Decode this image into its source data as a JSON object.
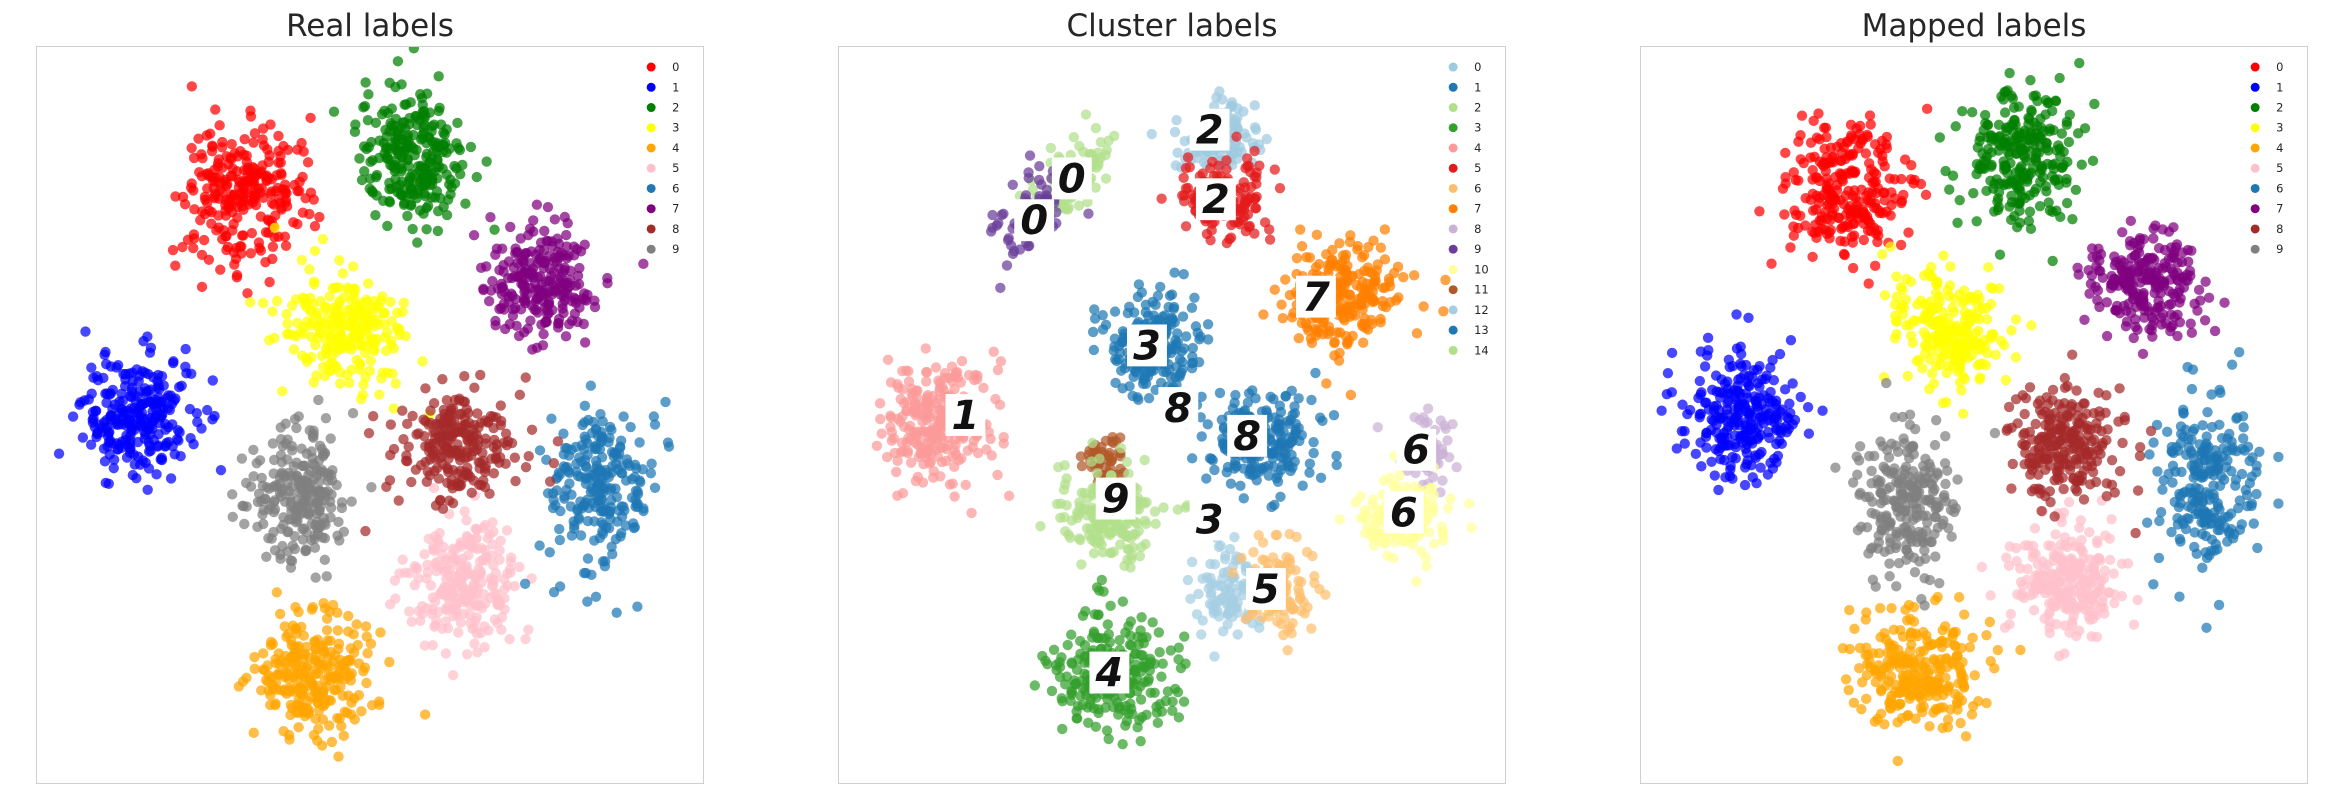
{
  "colors": {
    "real": {
      "0": "#ff0000",
      "1": "#0000ff",
      "2": "#008000",
      "3": "#ffff00",
      "4": "#ffa500",
      "5": "#ffc0cb",
      "6": "#1f77b4",
      "7": "#800080",
      "8": "#a52a2a",
      "9": "#808080"
    },
    "cluster": {
      "0": "#9ecae1",
      "1": "#1f77b4",
      "2": "#b2df8a",
      "3": "#33a02c",
      "4": "#fb9a99",
      "5": "#e31a1c",
      "6": "#fdbf6f",
      "7": "#ff7f00",
      "8": "#cab2d6",
      "9": "#6a3d9a",
      "10": "#ffff99",
      "11": "#b15928",
      "12": "#a6cee3",
      "13": "#1f78b4",
      "14": "#b2df8a"
    }
  },
  "chart_data": [
    {
      "type": "scatter",
      "title": "Real labels",
      "legend_position": "top-right",
      "grid": false,
      "legend": [
        "0",
        "1",
        "2",
        "3",
        "4",
        "5",
        "6",
        "7",
        "8",
        "9"
      ],
      "clusters": [
        {
          "label": "0",
          "x": 0.3,
          "y": 0.82,
          "rx": 0.09,
          "ry": 0.09,
          "angle": -55,
          "n": 260
        },
        {
          "label": "1",
          "x": 0.13,
          "y": 0.5,
          "rx": 0.08,
          "ry": 0.08,
          "angle": 0,
          "n": 260
        },
        {
          "label": "2",
          "x": 0.57,
          "y": 0.87,
          "rx": 0.08,
          "ry": 0.09,
          "angle": 0,
          "n": 260
        },
        {
          "label": "3",
          "x": 0.46,
          "y": 0.62,
          "rx": 0.09,
          "ry": 0.07,
          "angle": -20,
          "n": 240
        },
        {
          "label": "4",
          "x": 0.41,
          "y": 0.13,
          "rx": 0.09,
          "ry": 0.08,
          "angle": 0,
          "n": 260
        },
        {
          "label": "5",
          "x": 0.65,
          "y": 0.26,
          "rx": 0.08,
          "ry": 0.075,
          "angle": 0,
          "n": 240
        },
        {
          "label": "6",
          "x": 0.87,
          "y": 0.4,
          "rx": 0.075,
          "ry": 0.11,
          "angle": 0,
          "n": 240
        },
        {
          "label": "7",
          "x": 0.77,
          "y": 0.69,
          "rx": 0.08,
          "ry": 0.07,
          "angle": 0,
          "n": 240
        },
        {
          "label": "8",
          "x": 0.64,
          "y": 0.46,
          "rx": 0.085,
          "ry": 0.075,
          "angle": 0,
          "n": 240
        },
        {
          "label": "9",
          "x": 0.39,
          "y": 0.38,
          "rx": 0.075,
          "ry": 0.09,
          "angle": 0,
          "n": 240
        }
      ]
    },
    {
      "type": "scatter",
      "title": "Cluster labels",
      "legend_position": "top-right",
      "grid": false,
      "legend": [
        "0",
        "1",
        "2",
        "3",
        "4",
        "5",
        "6",
        "7",
        "8",
        "9",
        "10",
        "11",
        "12",
        "13",
        "14"
      ],
      "clusters": [
        {
          "label": "2",
          "x": 0.34,
          "y": 0.84,
          "rx": 0.04,
          "ry": 0.07,
          "angle": -40,
          "n": 90
        },
        {
          "label": "9",
          "x": 0.28,
          "y": 0.79,
          "rx": 0.04,
          "ry": 0.06,
          "angle": -40,
          "n": 90
        },
        {
          "label": "0",
          "x": 0.57,
          "y": 0.9,
          "rx": 0.06,
          "ry": 0.05,
          "angle": 0,
          "n": 120
        },
        {
          "label": "5",
          "x": 0.58,
          "y": 0.81,
          "rx": 0.07,
          "ry": 0.05,
          "angle": 0,
          "n": 150
        },
        {
          "label": "7",
          "x": 0.77,
          "y": 0.67,
          "rx": 0.08,
          "ry": 0.07,
          "angle": 0,
          "n": 240
        },
        {
          "label": "13",
          "x": 0.47,
          "y": 0.6,
          "rx": 0.07,
          "ry": 0.07,
          "angle": 0,
          "n": 200
        },
        {
          "label": "4",
          "x": 0.13,
          "y": 0.49,
          "rx": 0.08,
          "ry": 0.08,
          "angle": 0,
          "n": 260
        },
        {
          "label": "1",
          "x": 0.64,
          "y": 0.46,
          "rx": 0.08,
          "ry": 0.07,
          "angle": 0,
          "n": 220
        },
        {
          "label": "11",
          "x": 0.39,
          "y": 0.44,
          "rx": 0.035,
          "ry": 0.03,
          "angle": 0,
          "n": 50
        },
        {
          "label": "14",
          "x": 0.4,
          "y": 0.36,
          "rx": 0.075,
          "ry": 0.065,
          "angle": 0,
          "n": 180
        },
        {
          "label": "8",
          "x": 0.91,
          "y": 0.45,
          "rx": 0.045,
          "ry": 0.05,
          "angle": 0,
          "n": 60
        },
        {
          "label": "10",
          "x": 0.87,
          "y": 0.35,
          "rx": 0.07,
          "ry": 0.06,
          "angle": 0,
          "n": 120
        },
        {
          "label": "12",
          "x": 0.59,
          "y": 0.25,
          "rx": 0.045,
          "ry": 0.06,
          "angle": 0,
          "n": 100
        },
        {
          "label": "6",
          "x": 0.67,
          "y": 0.25,
          "rx": 0.05,
          "ry": 0.06,
          "angle": 0,
          "n": 110
        },
        {
          "label": "3",
          "x": 0.41,
          "y": 0.13,
          "rx": 0.09,
          "ry": 0.08,
          "angle": 0,
          "n": 260
        }
      ],
      "digit_annotations": [
        {
          "text": "0",
          "x": 0.34,
          "y": 0.84
        },
        {
          "text": "0",
          "x": 0.28,
          "y": 0.78
        },
        {
          "text": "2",
          "x": 0.56,
          "y": 0.91
        },
        {
          "text": "2",
          "x": 0.57,
          "y": 0.81
        },
        {
          "text": "7",
          "x": 0.73,
          "y": 0.67
        },
        {
          "text": "3",
          "x": 0.46,
          "y": 0.6
        },
        {
          "text": "1",
          "x": 0.17,
          "y": 0.5
        },
        {
          "text": "8",
          "x": 0.51,
          "y": 0.51
        },
        {
          "text": "8",
          "x": 0.62,
          "y": 0.47
        },
        {
          "text": "6",
          "x": 0.89,
          "y": 0.45
        },
        {
          "text": "9",
          "x": 0.41,
          "y": 0.38
        },
        {
          "text": "3",
          "x": 0.56,
          "y": 0.35
        },
        {
          "text": "6",
          "x": 0.87,
          "y": 0.36
        },
        {
          "text": "5",
          "x": 0.65,
          "y": 0.25
        },
        {
          "text": "4",
          "x": 0.4,
          "y": 0.13
        }
      ]
    },
    {
      "type": "scatter",
      "title": "Mapped labels",
      "legend_position": "top-right",
      "grid": false,
      "legend": [
        "0",
        "1",
        "2",
        "3",
        "4",
        "5",
        "6",
        "7",
        "8",
        "9"
      ],
      "clusters": [
        {
          "label": "0",
          "x": 0.3,
          "y": 0.82,
          "rx": 0.09,
          "ry": 0.09,
          "angle": -55,
          "n": 260
        },
        {
          "label": "1",
          "x": 0.13,
          "y": 0.5,
          "rx": 0.08,
          "ry": 0.08,
          "angle": 0,
          "n": 260
        },
        {
          "label": "2",
          "x": 0.57,
          "y": 0.87,
          "rx": 0.08,
          "ry": 0.09,
          "angle": 0,
          "n": 260
        },
        {
          "label": "3",
          "x": 0.46,
          "y": 0.62,
          "rx": 0.09,
          "ry": 0.07,
          "angle": -20,
          "n": 240
        },
        {
          "label": "4",
          "x": 0.41,
          "y": 0.13,
          "rx": 0.09,
          "ry": 0.08,
          "angle": 0,
          "n": 260
        },
        {
          "label": "5",
          "x": 0.65,
          "y": 0.26,
          "rx": 0.08,
          "ry": 0.075,
          "angle": 0,
          "n": 240
        },
        {
          "label": "6",
          "x": 0.87,
          "y": 0.4,
          "rx": 0.075,
          "ry": 0.11,
          "angle": 0,
          "n": 240
        },
        {
          "label": "7",
          "x": 0.77,
          "y": 0.69,
          "rx": 0.08,
          "ry": 0.07,
          "angle": 0,
          "n": 240
        },
        {
          "label": "8",
          "x": 0.64,
          "y": 0.46,
          "rx": 0.085,
          "ry": 0.075,
          "angle": 0,
          "n": 240
        },
        {
          "label": "9",
          "x": 0.39,
          "y": 0.38,
          "rx": 0.075,
          "ry": 0.09,
          "angle": 0,
          "n": 240
        }
      ]
    }
  ]
}
